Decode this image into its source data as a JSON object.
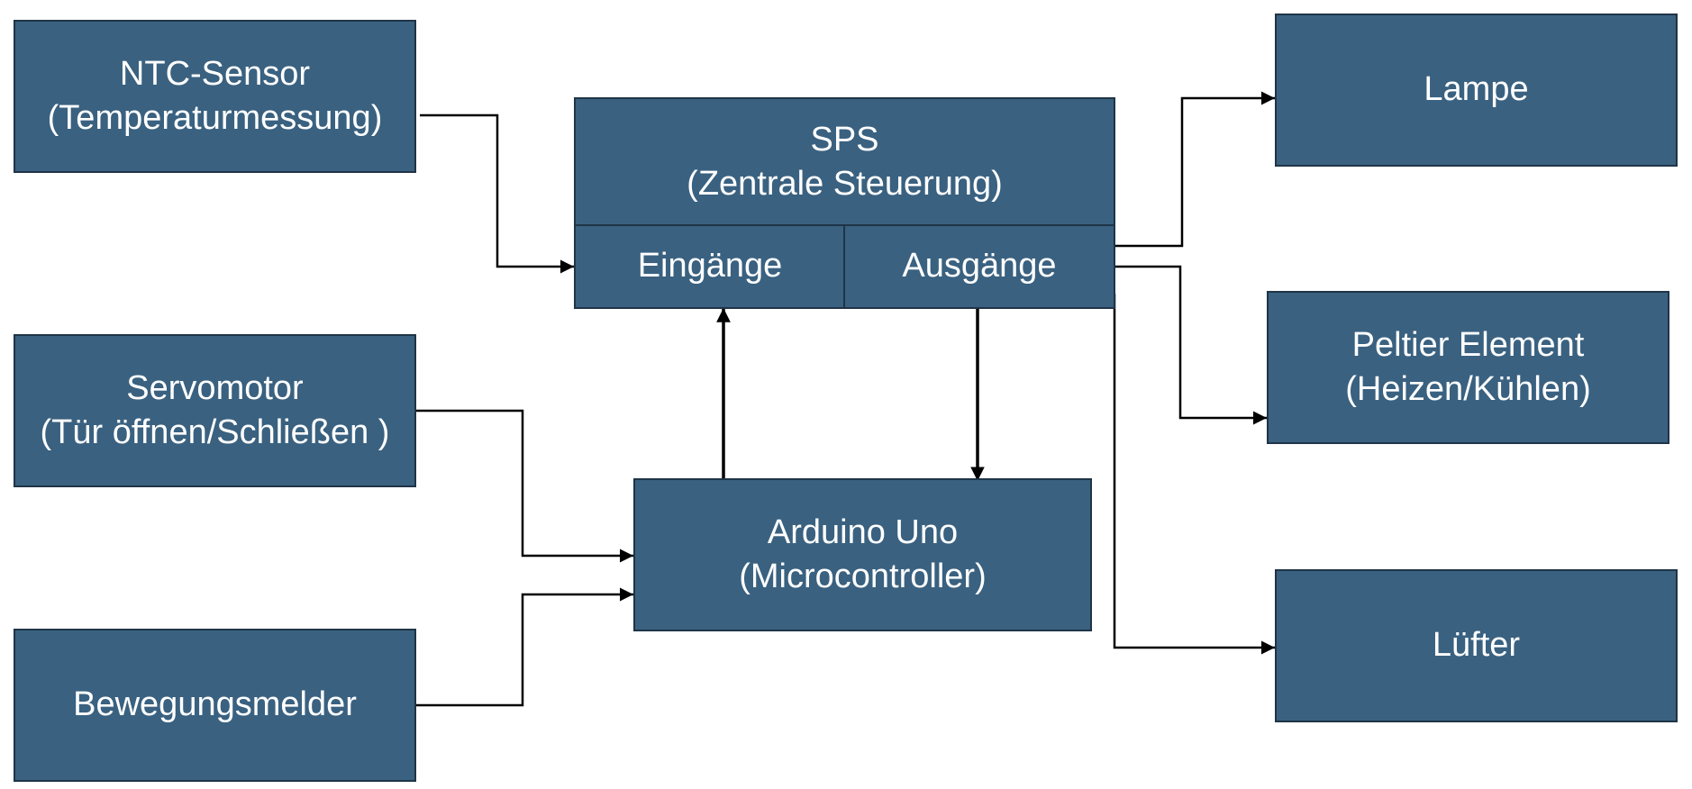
{
  "inputs": {
    "ntc": {
      "title": "NTC-Sensor",
      "subtitle": "(Temperaturmessung)"
    },
    "servo": {
      "title": "Servomotor",
      "subtitle": "(Tür öffnen/Schließen )"
    },
    "motion": {
      "title": "Bewegungsmelder"
    }
  },
  "sps": {
    "title": "SPS",
    "subtitle": "(Zentrale Steuerung)",
    "inputs_label": "Eingänge",
    "outputs_label": "Ausgänge"
  },
  "arduino": {
    "title": "Arduino Uno",
    "subtitle": "(Microcontroller)"
  },
  "outputs": {
    "lamp": {
      "title": "Lampe"
    },
    "peltier": {
      "title": "Peltier Element",
      "subtitle": "(Heizen/Kühlen)"
    },
    "fan": {
      "title": "Lüfter"
    }
  },
  "colors": {
    "box_fill": "#3a6180",
    "box_border": "#1f3447",
    "text": "#ffffff",
    "connector": "#000000"
  }
}
